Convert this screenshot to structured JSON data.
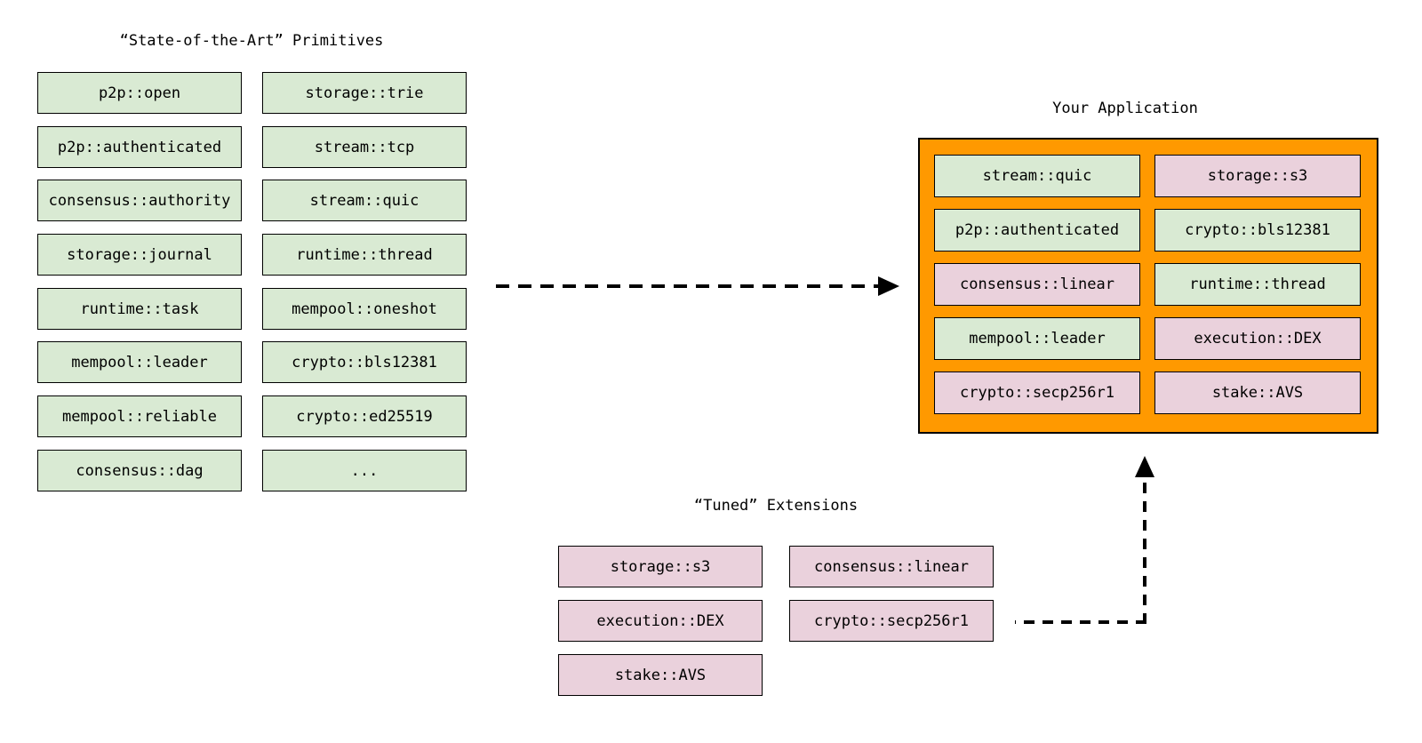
{
  "titles": {
    "primitives": "“State-of-the-Art” Primitives",
    "application": "Your Application",
    "extensions": "“Tuned” Extensions"
  },
  "colors": {
    "primitive_green": "#d9ead3",
    "extension_pink": "#ead1dc",
    "application_orange": "#ff9900",
    "line_black": "#000000",
    "background": "#ffffff"
  },
  "primitives": {
    "col1": [
      "p2p::open",
      "p2p::authenticated",
      "consensus::authority",
      "storage::journal",
      "runtime::task",
      "mempool::leader",
      "mempool::reliable",
      "consensus::dag"
    ],
    "col2": [
      "storage::trie",
      "stream::tcp",
      "stream::quic",
      "runtime::thread",
      "mempool::oneshot",
      "crypto::bls12381",
      "crypto::ed25519",
      "..."
    ]
  },
  "application": {
    "col1": [
      {
        "label": "stream::quic",
        "kind": "primitive"
      },
      {
        "label": "p2p::authenticated",
        "kind": "primitive"
      },
      {
        "label": "consensus::linear",
        "kind": "extension"
      },
      {
        "label": "mempool::leader",
        "kind": "primitive"
      },
      {
        "label": "crypto::secp256r1",
        "kind": "extension"
      }
    ],
    "col2": [
      {
        "label": "storage::s3",
        "kind": "extension"
      },
      {
        "label": "crypto::bls12381",
        "kind": "primitive"
      },
      {
        "label": "runtime::thread",
        "kind": "primitive"
      },
      {
        "label": "execution::DEX",
        "kind": "extension"
      },
      {
        "label": "stake::AVS",
        "kind": "extension"
      }
    ]
  },
  "extensions": {
    "col1": [
      "storage::s3",
      "execution::DEX",
      "stake::AVS"
    ],
    "col2": [
      "consensus::linear",
      "crypto::secp256r1"
    ]
  }
}
